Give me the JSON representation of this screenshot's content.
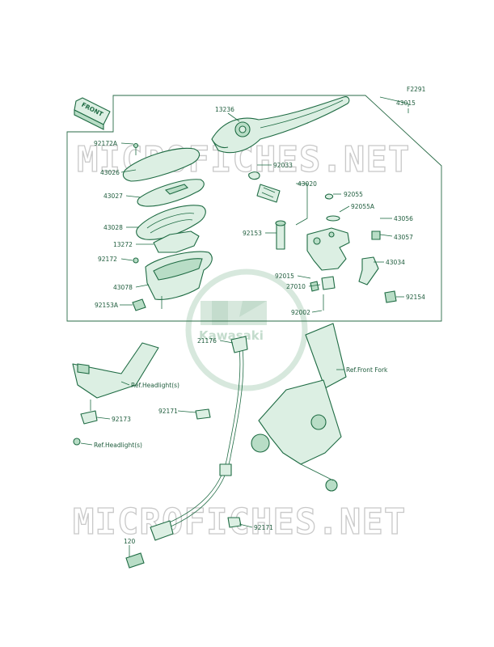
{
  "figure_code": "F2291",
  "front_label": "FRONT",
  "brand_logo": "Kawasaki",
  "watermark_text": "MICROFICHES.NET",
  "colors": {
    "line": "#1e6b43",
    "fill": "#dcefe3",
    "text": "#1e5c3c",
    "watermark": "#c9c9c9"
  },
  "callouts": [
    "43015",
    "13236",
    "92172A",
    "43026",
    "92033",
    "43020",
    "92055",
    "43027",
    "92055A",
    "43028",
    "43056",
    "92153",
    "43057",
    "13272",
    "92172",
    "43034",
    "92015",
    "43078",
    "27010",
    "92154",
    "92153A",
    "92002",
    "21176",
    "Ref.Front Fork",
    "Ref.Headlight(s)",
    "92173",
    "92171",
    "Ref.Headlight(s)",
    "92171",
    "120"
  ]
}
